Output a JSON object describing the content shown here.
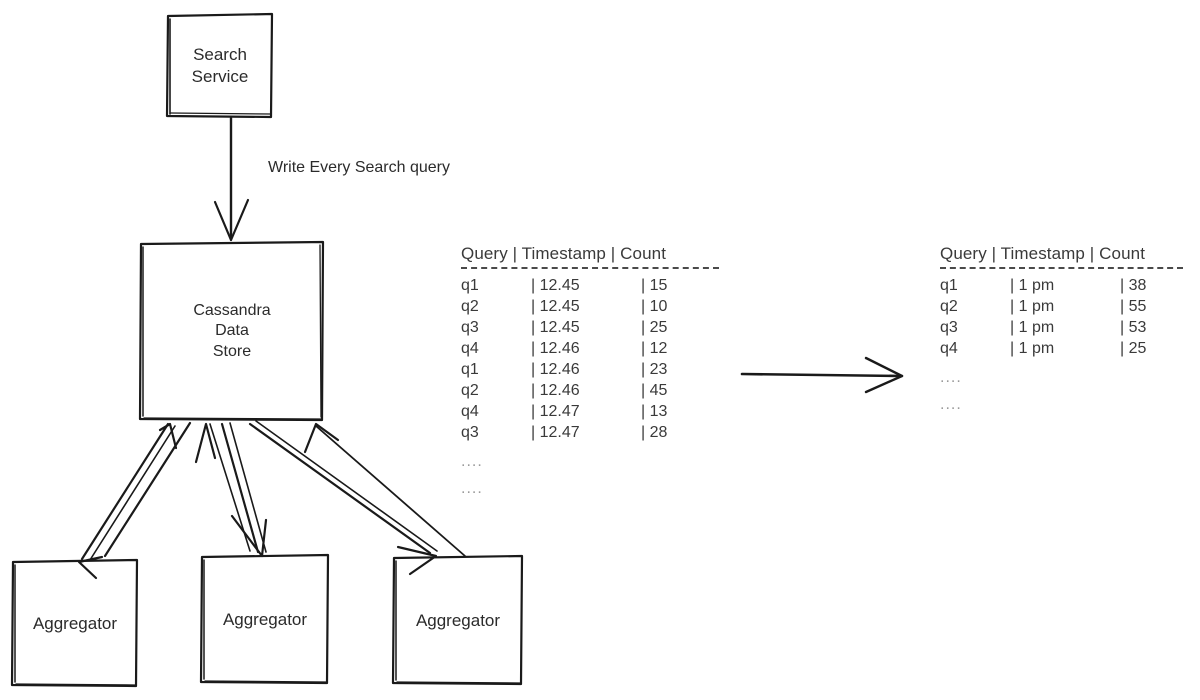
{
  "diagram": {
    "title": "Search query write and aggregation flow",
    "stroke_color": "#1a1a1a",
    "text_color": "#2b2b2b",
    "muted_text_color": "#9a9a9a",
    "background": "#ffffff"
  },
  "nodes": {
    "search_service": {
      "label": "Search\nService",
      "name": "search-service"
    },
    "cassandra": {
      "label": "Cassandra\nData\nStore",
      "name": "cassandra-data-store"
    },
    "aggregators": [
      {
        "label": "Aggregator"
      },
      {
        "label": "Aggregator"
      },
      {
        "label": "Aggregator"
      }
    ]
  },
  "edges": {
    "write_label": "Write Every Search query",
    "transform_arrow": "rollup-arrow"
  },
  "tables": {
    "raw": {
      "header": "Query | Timestamp | Count",
      "columns": [
        "Query",
        "Timestamp",
        "Count"
      ],
      "rows": [
        {
          "query": "q1",
          "timestamp": "| 12.45",
          "count": "| 15"
        },
        {
          "query": "q2",
          "timestamp": "| 12.45",
          "count": "| 10"
        },
        {
          "query": "q3",
          "timestamp": "| 12.45",
          "count": "| 25"
        },
        {
          "query": "q4",
          "timestamp": "| 12.46",
          "count": "| 12"
        },
        {
          "query": "q1",
          "timestamp": "| 12.46",
          "count": "| 23"
        },
        {
          "query": "q2",
          "timestamp": "| 12.46",
          "count": "| 45"
        },
        {
          "query": "q4",
          "timestamp": "| 12.47",
          "count": "| 13"
        },
        {
          "query": "q3",
          "timestamp": "| 12.47",
          "count": "| 28"
        }
      ],
      "ellipsis": [
        "....",
        "...."
      ]
    },
    "rollup": {
      "header": "Query | Timestamp | Count",
      "columns": [
        "Query",
        "Timestamp",
        "Count"
      ],
      "rows": [
        {
          "query": "q1",
          "timestamp": "| 1 pm",
          "count": "| 38"
        },
        {
          "query": "q2",
          "timestamp": "| 1 pm",
          "count": "| 55"
        },
        {
          "query": "q3",
          "timestamp": "| 1 pm",
          "count": "| 53"
        },
        {
          "query": "q4",
          "timestamp": "| 1 pm",
          "count": "| 25"
        }
      ],
      "ellipsis": [
        "....",
        "...."
      ]
    }
  }
}
